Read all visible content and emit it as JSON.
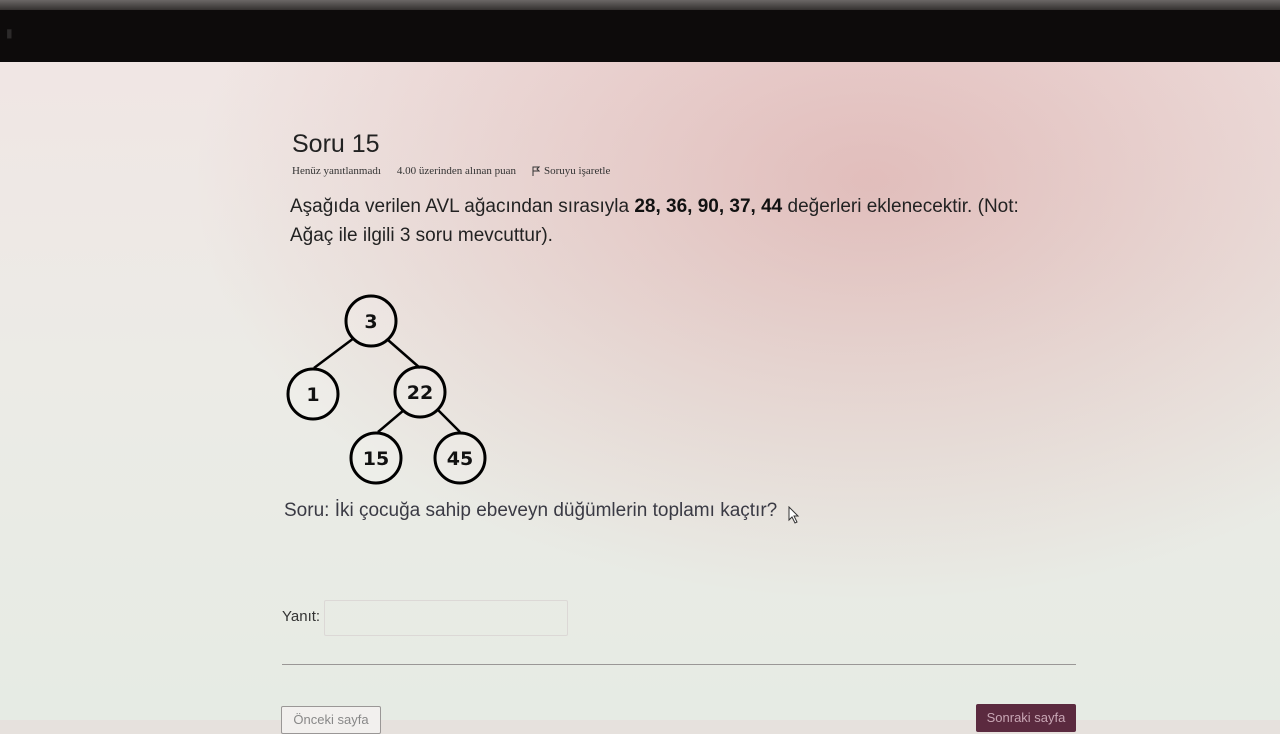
{
  "question": {
    "title": "Soru 15",
    "status": "Henüz yanıtlanmadı",
    "points": "4.00 üzerinden alınan puan",
    "flag_label": "Soruyu işaretle",
    "text_pre": "Aşağıda verilen AVL ağacından sırasıyla ",
    "text_values": "28, 36, 90, 37, 44",
    "text_post": " değerleri eklenecektir. (Not: Ağaç ile ilgili 3 soru mevcuttur).",
    "subquestion": "Soru: İki çocuğa sahip ebeveyn düğümlerin toplamı kaçtır?"
  },
  "tree": {
    "nodes": [
      "3",
      "1",
      "22",
      "15",
      "45"
    ],
    "edges": [
      [
        "3",
        "1"
      ],
      [
        "3",
        "22"
      ],
      [
        "22",
        "15"
      ],
      [
        "22",
        "45"
      ]
    ]
  },
  "answer": {
    "label": "Yanıt:",
    "value": ""
  },
  "nav": {
    "prev_label": "Önceki sayfa",
    "next_label": "Sonraki sayfa"
  },
  "colors": {
    "topbar": "#0d0b0b",
    "next_button": "#5b2a3f"
  }
}
